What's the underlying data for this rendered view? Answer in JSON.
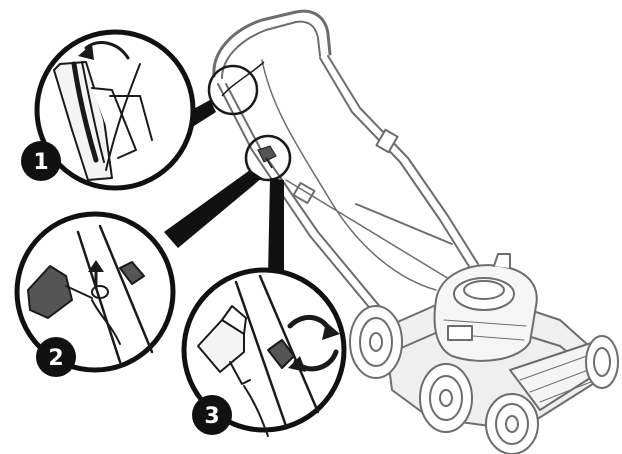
{
  "steps": [
    {
      "number": "1",
      "action": "remove-cable-from-handle-hook"
    },
    {
      "number": "2",
      "action": "hook-cable-end-onto-lever"
    },
    {
      "number": "3",
      "action": "turn-adjustment-knob"
    }
  ],
  "colors": {
    "line": "#1a1a1a",
    "mower_line": "#6d6d6d",
    "mower_fill": "#e9e9e9",
    "badge": "#111111",
    "badge_text": "#ffffff",
    "background": "#ffffff"
  }
}
